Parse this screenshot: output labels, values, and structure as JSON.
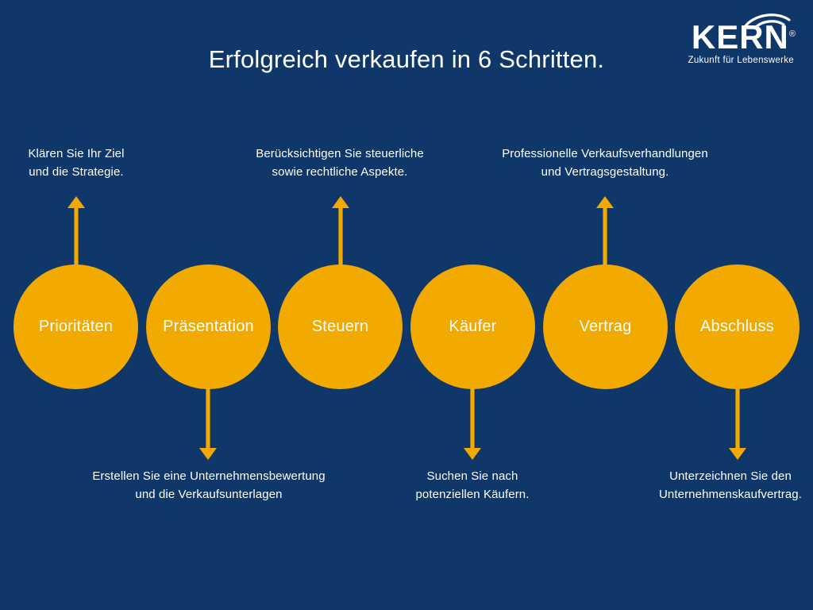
{
  "colors": {
    "background": "#0F3769",
    "accent": "#F2A900",
    "text": "#FFFFFF"
  },
  "brand": {
    "wordmark": "KERN",
    "registered_mark": "®",
    "tagline": "Zukunft für Lebenswerke",
    "swoosh_icon": "arc-swoosh-icon"
  },
  "title": "Erfolgreich verkaufen in 6 Schritten.",
  "steps": [
    {
      "index": 1,
      "label": "Prioritäten",
      "caption_position": "top",
      "arrow": "arrow-up",
      "caption_lines": [
        "Klären Sie Ihr Ziel",
        "und die Strategie."
      ]
    },
    {
      "index": 2,
      "label": "Präsentation",
      "caption_position": "bottom",
      "arrow": "arrow-down",
      "caption_lines": [
        "Erstellen Sie eine Unternehmensbewertung",
        "und die Verkaufsunterlagen"
      ]
    },
    {
      "index": 3,
      "label": "Steuern",
      "caption_position": "top",
      "arrow": "arrow-up",
      "caption_lines": [
        "Berücksichtigen Sie steuerliche",
        "sowie rechtliche Aspekte."
      ]
    },
    {
      "index": 4,
      "label": "Käufer",
      "caption_position": "bottom",
      "arrow": "arrow-down",
      "caption_lines": [
        "Suchen Sie nach",
        "potenziellen Käufern."
      ]
    },
    {
      "index": 5,
      "label": "Vertrag",
      "caption_position": "top",
      "arrow": "arrow-up",
      "caption_lines": [
        "Professionelle Verkaufsverhandlungen",
        "und Vertragsgestaltung."
      ]
    },
    {
      "index": 6,
      "label": "Abschluss",
      "caption_position": "bottom",
      "arrow": "arrow-down",
      "caption_lines": [
        "Unterzeichnen Sie den",
        "Unternehmenskaufvertrag."
      ]
    }
  ]
}
